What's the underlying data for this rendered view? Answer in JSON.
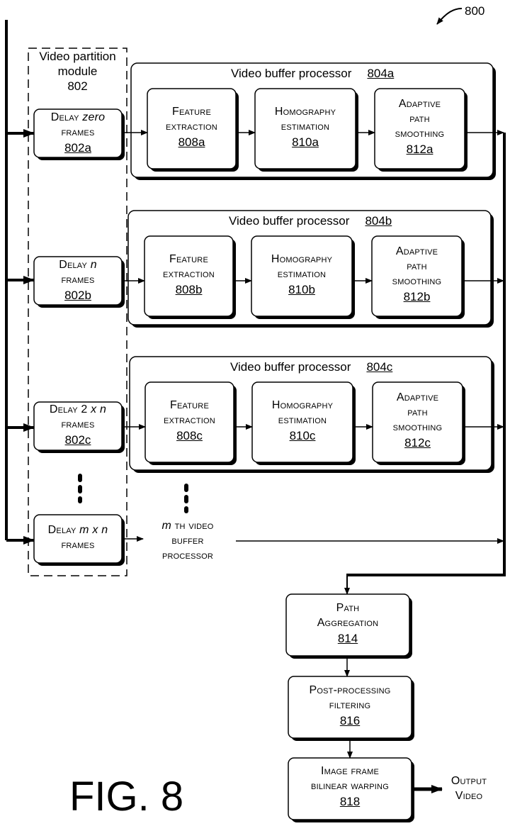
{
  "figure": {
    "caption": "FIG. 8",
    "reference_number": "800"
  },
  "partition_module": {
    "title_lines": [
      "Video partition",
      "module",
      "802"
    ]
  },
  "delay_boxes": [
    {
      "lines": [
        "Delay zero",
        "frames"
      ],
      "ref": "802a"
    },
    {
      "lines": [
        "Delay n",
        "frames"
      ],
      "ref": "802b"
    },
    {
      "lines": [
        "Delay 2 x n",
        "frames"
      ],
      "ref": "802c"
    },
    {
      "lines": [
        "Delay m x n",
        "frames"
      ],
      "ref": ""
    }
  ],
  "buffer_processors": [
    {
      "title": "Video buffer processor",
      "ref": "804a",
      "stages": [
        {
          "lines": [
            "Feature",
            "extraction"
          ],
          "ref": "808a"
        },
        {
          "lines": [
            "Homography",
            "estimation"
          ],
          "ref": "810a"
        },
        {
          "lines": [
            "Adaptive",
            "path",
            "smoothing"
          ],
          "ref": "812a"
        }
      ]
    },
    {
      "title": "Video buffer processor",
      "ref": "804b",
      "stages": [
        {
          "lines": [
            "Feature",
            "extraction"
          ],
          "ref": "808b"
        },
        {
          "lines": [
            "Homography",
            "estimation"
          ],
          "ref": "810b"
        },
        {
          "lines": [
            "Adaptive",
            "path",
            "smoothing"
          ],
          "ref": "812b"
        }
      ]
    },
    {
      "title": "Video buffer processor",
      "ref": "804c",
      "stages": [
        {
          "lines": [
            "Feature",
            "extraction"
          ],
          "ref": "808c"
        },
        {
          "lines": [
            "Homography",
            "estimation"
          ],
          "ref": "810c"
        },
        {
          "lines": [
            "Adaptive",
            "path",
            "smoothing"
          ],
          "ref": "812c"
        }
      ]
    }
  ],
  "mth_processor": {
    "lines": [
      "m th video",
      "buffer",
      "processor"
    ]
  },
  "output_chain": [
    {
      "lines": [
        "Path",
        "Aggregation"
      ],
      "ref": "814"
    },
    {
      "lines": [
        "Post-processing",
        "filtering"
      ],
      "ref": "816"
    },
    {
      "lines": [
        "Image frame",
        "bilinear warping"
      ],
      "ref": "818"
    }
  ],
  "output_label": {
    "lines": [
      "Output",
      "Video"
    ]
  }
}
